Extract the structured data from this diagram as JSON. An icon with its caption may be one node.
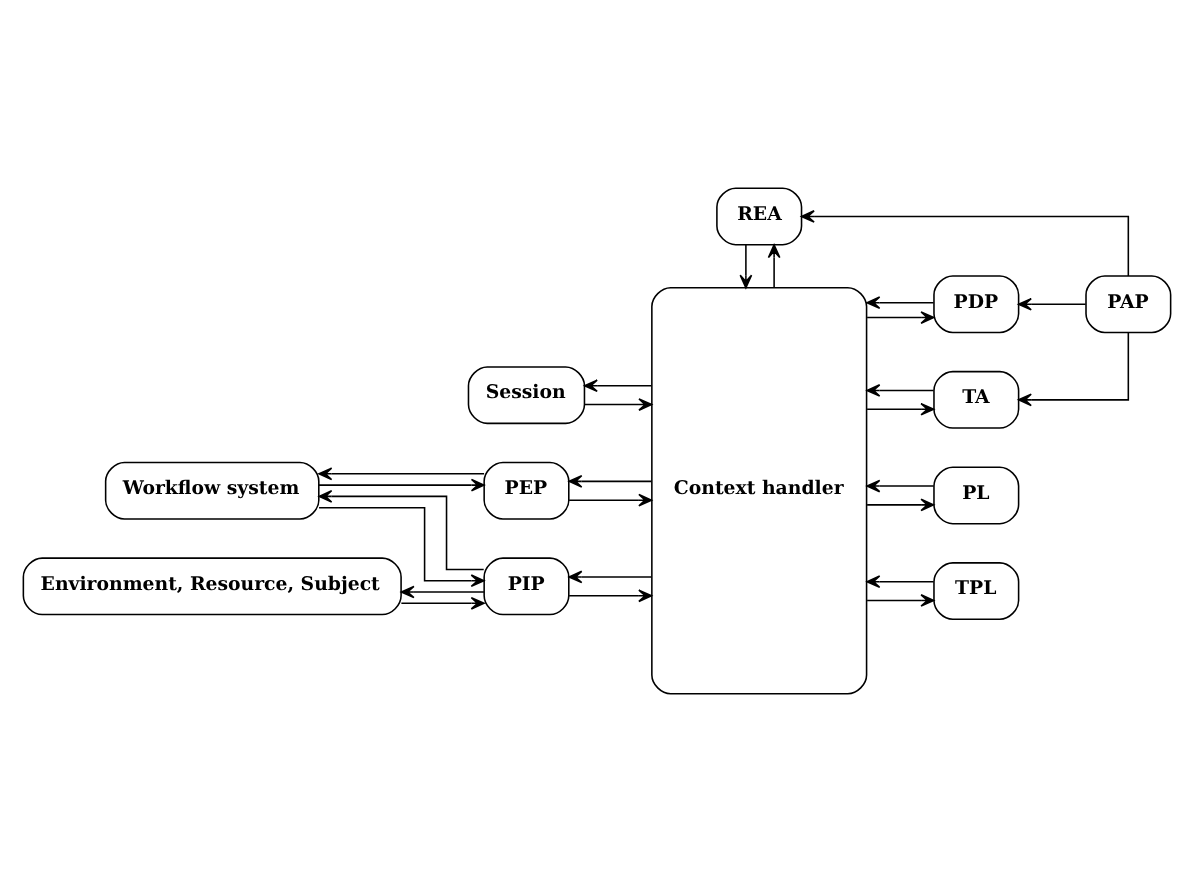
{
  "diagram": {
    "nodes": [
      {
        "text": [
          "REA"
        ]
      },
      {
        "text": [
          "PAP"
        ]
      },
      {
        "text": [
          "Session"
        ]
      },
      {
        "text": [
          "Context handler"
        ]
      },
      {
        "text": [
          "PDP"
        ]
      },
      {
        "text": [
          "PEP"
        ]
      },
      {
        "text": [
          "TA"
        ]
      },
      {
        "text": [
          "Workflow system"
        ]
      },
      {
        "text": [
          "PIP"
        ]
      },
      {
        "text": [
          "PL"
        ]
      },
      {
        "text": [
          "TPL"
        ]
      },
      {
        "text": [
          "Environment, Resource, Subject"
        ]
      }
    ],
    "edges": [
      {
        "from": 1,
        "to": 0,
        "arrow": "to"
      },
      {
        "from": 1,
        "to": 4,
        "arrow": "to"
      },
      {
        "from": 1,
        "to": 6,
        "arrow": "to"
      },
      {
        "from": 0,
        "to": 3,
        "arrow": "to"
      },
      {
        "from": 3,
        "to": 0,
        "arrow": "to"
      },
      {
        "from": 2,
        "to": 3,
        "arrow": "to"
      },
      {
        "from": 3,
        "to": 2,
        "arrow": "to"
      },
      {
        "from": 3,
        "to": 4,
        "arrow": "to"
      },
      {
        "from": 4,
        "to": 3,
        "arrow": "to"
      },
      {
        "from": 5,
        "to": 3,
        "arrow": "to"
      },
      {
        "from": 3,
        "to": 5,
        "arrow": "to"
      },
      {
        "from": 3,
        "to": 6,
        "arrow": "to"
      },
      {
        "from": 6,
        "to": 3,
        "arrow": "to"
      },
      {
        "from": 3,
        "to": 9,
        "arrow": "to"
      },
      {
        "from": 9,
        "to": 3,
        "arrow": "to"
      },
      {
        "from": 3,
        "to": 10,
        "arrow": "to"
      },
      {
        "from": 10,
        "to": 3,
        "arrow": "to"
      },
      {
        "from": 7,
        "to": 5,
        "arrow": "to"
      },
      {
        "from": 5,
        "to": 7,
        "arrow": "to"
      },
      {
        "from": 7,
        "to": 8,
        "arrow": "to"
      },
      {
        "from": 8,
        "to": 7,
        "arrow": "to"
      },
      {
        "from": 8,
        "to": 3,
        "arrow": "to"
      },
      {
        "from": 3,
        "to": 8,
        "arrow": "to"
      },
      {
        "from": 11,
        "to": 8,
        "arrow": "to"
      },
      {
        "from": 8,
        "to": 11,
        "arrow": "to"
      }
    ]
  }
}
